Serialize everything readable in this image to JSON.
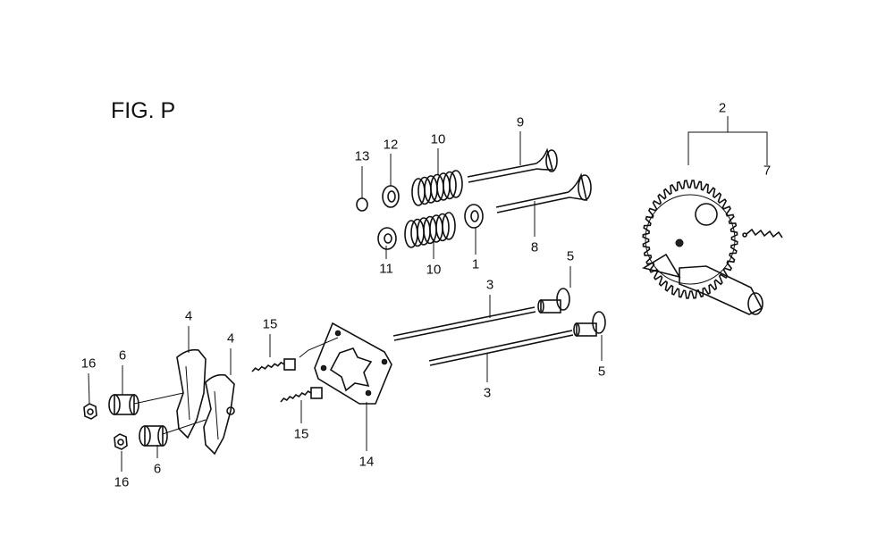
{
  "figure_title": "FIG. P",
  "callouts": {
    "c1": "1",
    "c2": "2",
    "c3a": "3",
    "c3b": "3",
    "c4a": "4",
    "c4b": "4",
    "c5a": "5",
    "c5b": "5",
    "c6a": "6",
    "c6b": "6",
    "c7": "7",
    "c8": "8",
    "c9": "9",
    "c10a": "10",
    "c10b": "10",
    "c11": "11",
    "c12": "12",
    "c13": "13",
    "c14": "14",
    "c15a": "15",
    "c15b": "15",
    "c16a": "16",
    "c16b": "16"
  }
}
